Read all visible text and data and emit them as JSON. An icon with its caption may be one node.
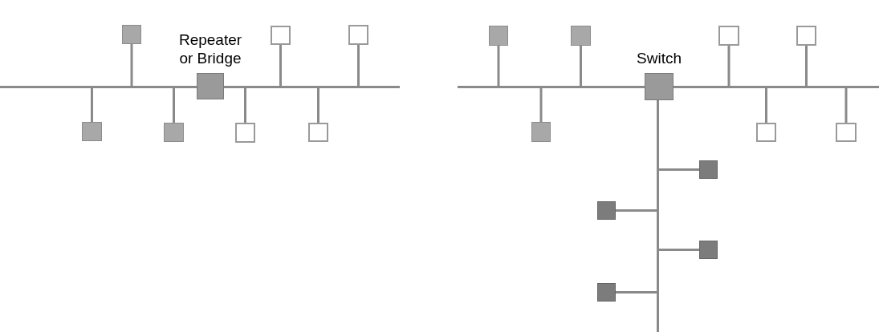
{
  "diagram": {
    "nodes": [
      {
        "text": [
          "Repeater or Bridge"
        ]
      },
      {
        "text": [],
        "shape": "bar"
      },
      {
        "text": [],
        "shape": "bar"
      },
      {
        "text": [],
        "shape": "box"
      },
      {
        "text": [],
        "shape": "box"
      },
      {
        "text": [],
        "shape": "box"
      },
      {
        "text": [],
        "shape": "box"
      },
      {
        "text": [],
        "shape": "box"
      },
      {
        "text": [],
        "shape": "box"
      },
      {
        "text": [],
        "shape": "box"
      },
      {
        "text": [
          "Switch"
        ]
      },
      {
        "text": [],
        "shape": "bar"
      },
      {
        "text": [],
        "shape": "bar"
      },
      {
        "text": [],
        "shape": "bar"
      },
      {
        "text": [],
        "shape": "box"
      },
      {
        "text": [],
        "shape": "box"
      },
      {
        "text": [],
        "shape": "box"
      },
      {
        "text": [],
        "shape": "box"
      },
      {
        "text": [],
        "shape": "box"
      },
      {
        "text": [],
        "shape": "box"
      },
      {
        "text": [],
        "shape": "box"
      },
      {
        "text": [],
        "shape": "box"
      },
      {
        "text": [],
        "shape": "box"
      },
      {
        "text": [],
        "shape": "box"
      },
      {
        "text": [],
        "shape": "box"
      }
    ],
    "edges": [
      {
        "from": 1,
        "to": 0,
        "arrow": "none"
      },
      {
        "from": 0,
        "to": 2,
        "arrow": "none"
      },
      {
        "from": 3,
        "to": 1,
        "arrow": "none"
      },
      {
        "from": 4,
        "to": 2,
        "arrow": "none"
      },
      {
        "from": 5,
        "to": 2,
        "arrow": "none"
      },
      {
        "from": 6,
        "to": 1,
        "arrow": "none"
      },
      {
        "from": 7,
        "to": 1,
        "arrow": "none"
      },
      {
        "from": 8,
        "to": 2,
        "arrow": "none"
      },
      {
        "from": 9,
        "to": 2,
        "arrow": "none"
      },
      {
        "from": 11,
        "to": 10,
        "arrow": "none"
      },
      {
        "from": 10,
        "to": 12,
        "arrow": "none"
      },
      {
        "from": 10,
        "to": 13,
        "arrow": "none"
      },
      {
        "from": 14,
        "to": 11,
        "arrow": "none"
      },
      {
        "from": 15,
        "to": 11,
        "arrow": "none"
      },
      {
        "from": 16,
        "to": 12,
        "arrow": "none"
      },
      {
        "from": 17,
        "to": 12,
        "arrow": "none"
      },
      {
        "from": 18,
        "to": 11,
        "arrow": "none"
      },
      {
        "from": 19,
        "to": 12,
        "arrow": "none"
      },
      {
        "from": 20,
        "to": 12,
        "arrow": "none"
      },
      {
        "from": 21,
        "to": 13,
        "arrow": "none"
      },
      {
        "from": 22,
        "to": 13,
        "arrow": "none"
      },
      {
        "from": 23,
        "to": 13,
        "arrow": "none"
      },
      {
        "from": 24,
        "to": 13,
        "arrow": "none"
      }
    ]
  }
}
